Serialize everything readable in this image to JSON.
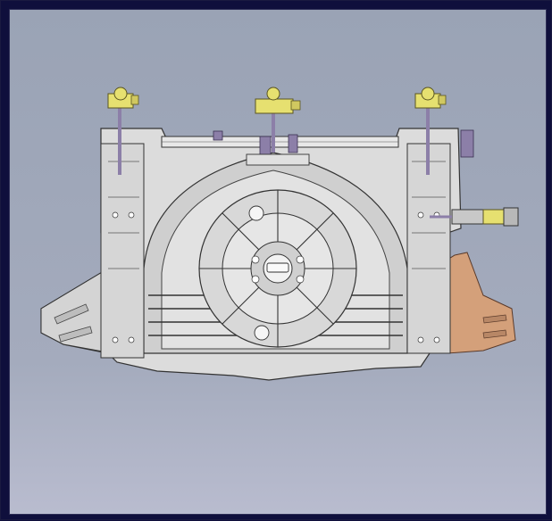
{
  "window": {
    "title": ""
  },
  "colors": {
    "frame_border": "#0f0f3c",
    "background_top": "#9aa3b5",
    "background_bottom": "#b9bccf",
    "part_fill": "#dcdcdc",
    "part_shade": "#c6c6c6",
    "edge": "#333333",
    "clamp_highlight": "#e6e070",
    "bracket_highlight": "#d4a07a",
    "pin_purple": "#8c7fa8"
  },
  "scene": {
    "object": "3d-cad-part-front-view",
    "highlighted_parts": [
      "left-clamp",
      "center-clamp",
      "right-clamp",
      "side-clamp",
      "right-side-bracket"
    ]
  }
}
